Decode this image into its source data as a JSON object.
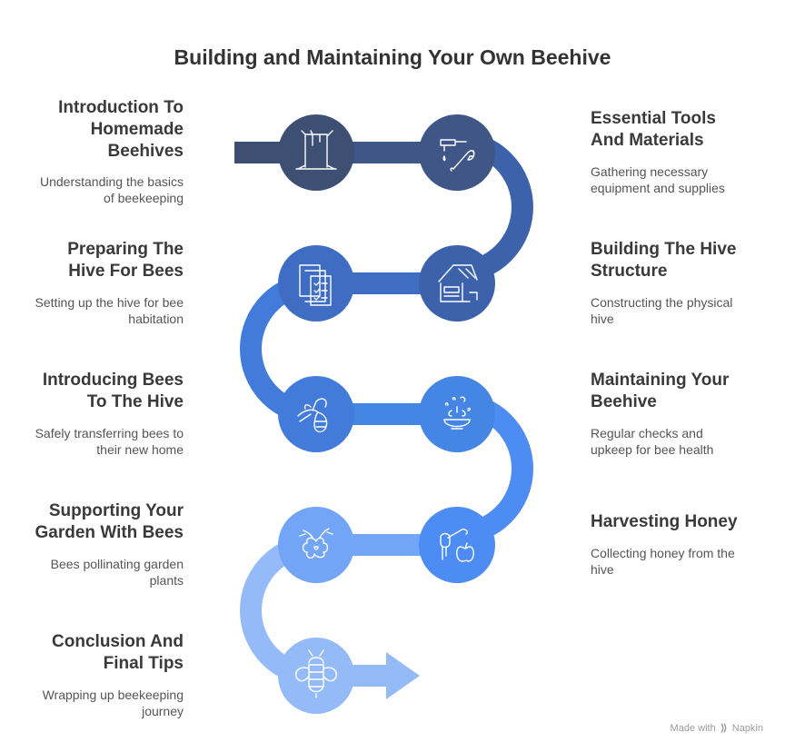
{
  "title": "Building and Maintaining Your Own Beehive",
  "steps": [
    {
      "title": "Introduction To\nHomemade\nBeehives",
      "desc": "Understanding the basics\nof beekeeping",
      "icon": "tree-stump-icon",
      "color": "#3d4f72"
    },
    {
      "title": "Essential Tools\nAnd Materials",
      "desc": "Gathering necessary\nequipment and supplies",
      "icon": "tools-icon",
      "color": "#3f5687"
    },
    {
      "title": "Building The Hive\nStructure",
      "desc": "Constructing the physical\nhive",
      "icon": "house-construction-icon",
      "color": "#3d62ac"
    },
    {
      "title": "Preparing The\nHive For Bees",
      "desc": "Setting up the hive for bee\nhabitation",
      "icon": "checklist-icon",
      "color": "#3f6dc4"
    },
    {
      "title": "Introducing Bees\nTo The Hive",
      "desc": "Safely transferring bees to\ntheir new home",
      "icon": "bee-icon",
      "color": "#427bd9"
    },
    {
      "title": "Maintaining Your\nBeehive",
      "desc": "Regular checks and\nupkeep for bee health",
      "icon": "bowl-icon",
      "color": "#4585e4"
    },
    {
      "title": "Harvesting Honey",
      "desc": "Collecting honey from the\nhive",
      "icon": "honey-dipper-apple-icon",
      "color": "#4d8cf2"
    },
    {
      "title": "Supporting Your\nGarden With Bees",
      "desc": "Bees pollinating garden\nplants",
      "icon": "flower-pollination-icon",
      "color": "#72a5f6"
    },
    {
      "title": "Conclusion And\nFinal Tips",
      "desc": "Wrapping up beekeeping\njourney",
      "icon": "bee-body-icon",
      "color": "#94bbf8"
    }
  ],
  "footer": {
    "prefix": "Made with",
    "brand": "Napkin"
  }
}
